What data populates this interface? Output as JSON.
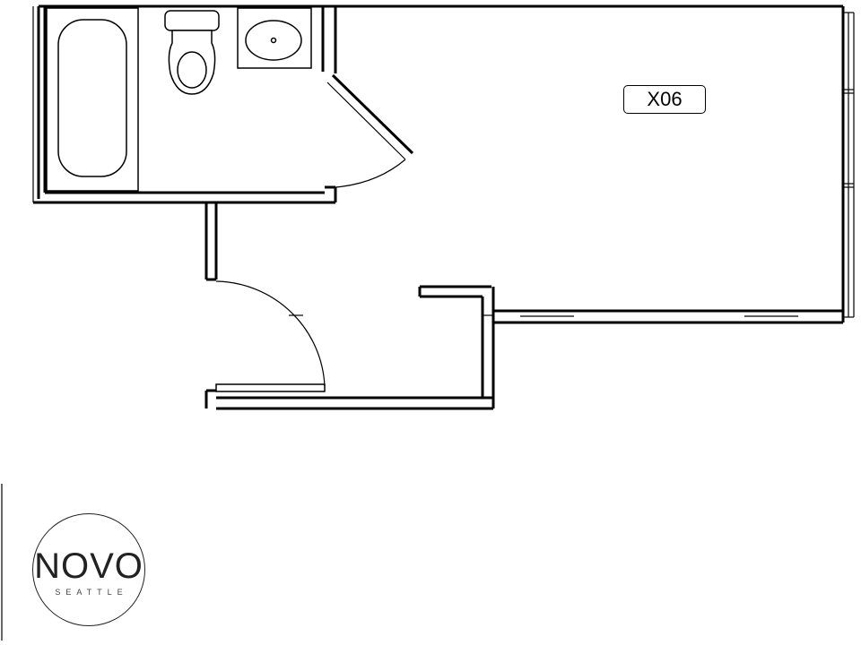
{
  "unit": {
    "label": "X06"
  },
  "logo": {
    "word": "NOVO",
    "sub": "SEATTLE"
  }
}
